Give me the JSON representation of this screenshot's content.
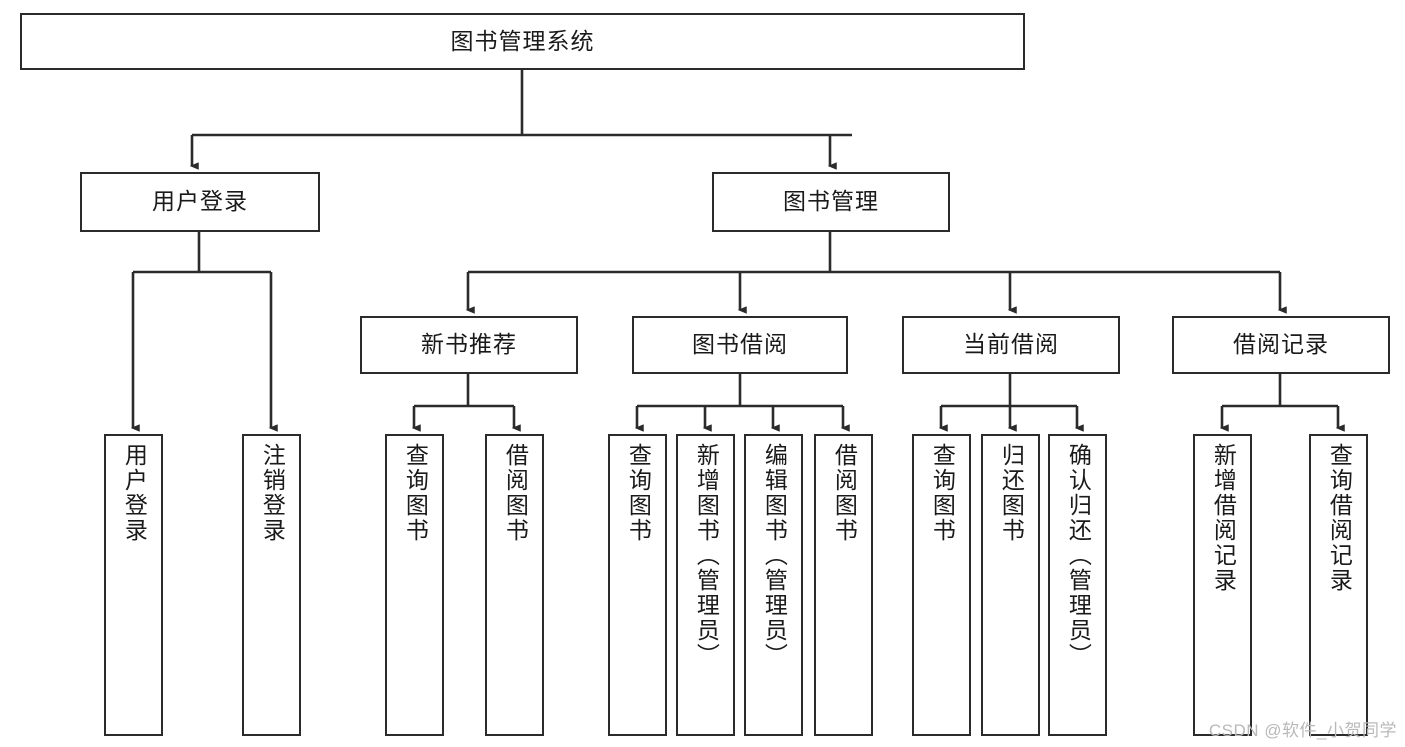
{
  "diagram": {
    "type": "tree",
    "orientation": "top-down",
    "title": "图书管理系统",
    "watermark": "CSDN @软件_小贺同学",
    "colors": {
      "box_border": "#2b2b2b",
      "box_fill": "#ffffff",
      "edge": "#2b2b2b",
      "text": "#1a1a1a",
      "watermark": "#b9b9b9",
      "background": "#ffffff"
    }
  },
  "nodes": {
    "root": {
      "label": "图书管理系统"
    },
    "level1": [
      {
        "id": "user-login",
        "label": "用户登录"
      },
      {
        "id": "book-manage",
        "label": "图书管理"
      }
    ],
    "level2": [
      {
        "id": "new-book-recommend",
        "label": "新书推荐"
      },
      {
        "id": "book-borrow",
        "label": "图书借阅"
      },
      {
        "id": "current-borrow",
        "label": "当前借阅"
      },
      {
        "id": "borrow-record",
        "label": "借阅记录"
      }
    ],
    "leaves": {
      "user_login": [
        {
          "id": "leaf-user-login",
          "label": "用户登录"
        },
        {
          "id": "leaf-user-logout",
          "label": "注销登录"
        }
      ],
      "new_book_recommend": [
        {
          "id": "leaf-query-book-1",
          "label": "查询图书"
        },
        {
          "id": "leaf-borrow-book-1",
          "label": "借阅图书"
        }
      ],
      "book_borrow": [
        {
          "id": "leaf-query-book-2",
          "label": "查询图书"
        },
        {
          "id": "leaf-add-book",
          "label": "新增图书（管理员）"
        },
        {
          "id": "leaf-edit-book",
          "label": "编辑图书（管理员）"
        },
        {
          "id": "leaf-borrow-book-2",
          "label": "借阅图书"
        }
      ],
      "current_borrow": [
        {
          "id": "leaf-query-book-3",
          "label": "查询图书"
        },
        {
          "id": "leaf-return-book",
          "label": "归还图书"
        },
        {
          "id": "leaf-confirm-return",
          "label": "确认归还（管理员）"
        }
      ],
      "borrow_record": [
        {
          "id": "leaf-add-record",
          "label": "新增借阅记录"
        },
        {
          "id": "leaf-query-record",
          "label": "查询借阅记录"
        }
      ]
    }
  }
}
